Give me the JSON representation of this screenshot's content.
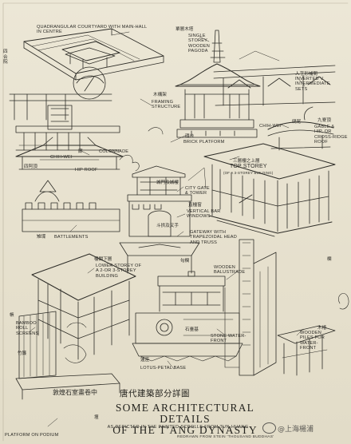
{
  "labels_en": {
    "courtyard": "QUADRANGULAR COURTYARD WITH MAIN-HALL\nIN CENTRE",
    "single_storey": "SINGLE\nSTOREY\nWOODEN\nPAGODA",
    "inverted_v": "INVERTED V\nINTERMEDIATE\nSETS",
    "framing": "FRAMING\nSTRUCTURE",
    "colonnade": "COLONNADE",
    "brick_platform": "BRICK PLATFORM",
    "chih_wei_top": "CHIH-WEI",
    "gable": "GABLE &\nHIP, OR\nCROSS-RIDGE\nROOF",
    "chih_wei_left": "CHIH-WEI",
    "hip_roof": "HIP ROOF",
    "top_storey": "TOP STOREY",
    "top_storey_sub": "(OF A 3-STOREY BUILDING)",
    "city_gate": "CITY GATE\n& TOWER",
    "vertical_bar": "VERTICAL BAR\nWINDOWS",
    "battlements": "BATTLEMENTS",
    "gateway": "GATEWAY WITH\nTRAPEZOIDAL HEAD\nAND TRUSS",
    "lower_storey": "LOWER STOREY OF\nA 2-OR 3-STOREY\nBUILDING",
    "balustrade": "WOODEN\nBALUSTRADE",
    "bamboo": "BAMBOO\nROLL\nSCREENS",
    "stone_waterfront": "STONE WATER-\nFRONT",
    "wooden_piles": "WOODEN\nPILES FOR\nWATER-\nFRONT",
    "lotus_base": "LOTUS-PETAL BASE",
    "platform_podium": "PLATFORM ON PODIUM"
  },
  "labels_cn": {
    "courtyard_v": "四合院",
    "single_storey": "單層木塔",
    "inverted_v": "人字形補間",
    "framing": "木構架",
    "colonnade": "廊",
    "brick_platform": "磚台",
    "chih_wei": "鴟尾",
    "gable": "九脊頂",
    "hip_roof": "四阿頂",
    "top_storey": "三層樓之上層",
    "city_gate": "城門及城樓",
    "vertical_bar": "直欞窗",
    "battlements": "雉堞",
    "gateway": "斗拱及叉手",
    "lower_storey": "樓閣下層",
    "balustrade": "勾欄",
    "yu": "欄",
    "bamboo": "竹簾",
    "stone_waterfront": "石臺基",
    "wooden_piles": "木樁",
    "lotus_base": "蓮座",
    "ying_shi": "壇",
    "left_screen": "帳"
  },
  "title": {
    "cn_lead": "敦煌石室畫卷中",
    "cn": "唐代建築部分詳圖",
    "en_line1": "SOME ARCHITECTURAL DETAILS",
    "en_line2": "OF THE T'ANG DYNASTY",
    "subtitle": "AS DEPICTED IN THE PAINTED SCROLLS FROM TUN-HUANG",
    "redrawn": "REDRAWN FROM STEIN 'THOUSAND BUDDHAS'"
  },
  "watermark": "@上海楊浦",
  "colors": {
    "paper": "#e9e4d3",
    "ink": "#2b2a26",
    "watermark": "#5c5a55"
  }
}
